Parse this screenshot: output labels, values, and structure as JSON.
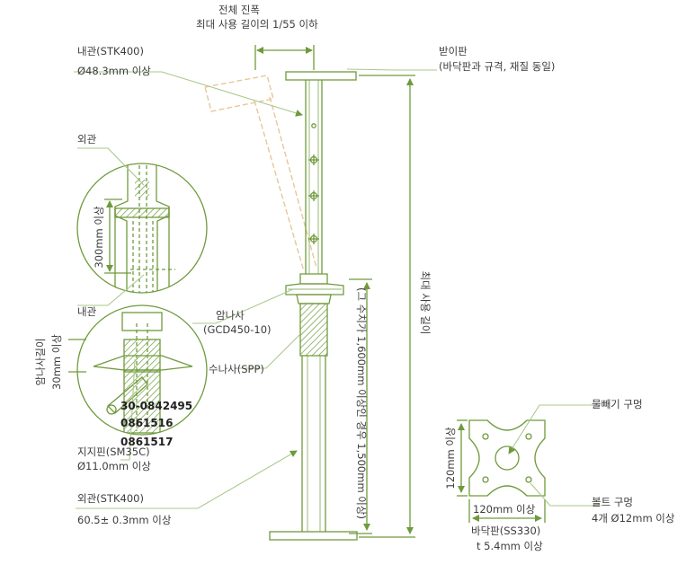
{
  "labels": {
    "total_deflection_line1": "전체 진폭",
    "total_deflection_line2": "최대 사용 길이의 1/55 이하",
    "inner_tube_title": "내관(STK400)",
    "inner_tube_spec": "Ø48.3mm 이상",
    "support_plate_title": "받이판",
    "support_plate_spec": "(바닥판과 규격, 재질 동일)",
    "outer_tube_detail": "외관",
    "inner_tube_detail": "내관",
    "overlap_length": "300mm 이상",
    "female_thread_title": "암나사",
    "female_thread_spec": "(GCD450-10)",
    "male_thread": "수나사(SPP)",
    "thread_length_line1": "암나사길이",
    "thread_length_line2": "30mm 이상",
    "phone1": "30-0842495",
    "phone2": "0861516",
    "phone3": "0861517",
    "support_pin_title": "지지핀(SM35C)",
    "support_pin_spec": "Ø11.0mm 이상",
    "outer_tube_title": "외관(STK400)",
    "outer_tube_spec": "60.5± 0.3mm 이상",
    "max_length": "최대 사용 길이",
    "screw_extension": "(그 수치가 1,600mm 이상인 경우 1,500mm 이상)",
    "drain_hole": "물빼기 구멍",
    "plate_height": "120mm 이상",
    "plate_width": "120mm 이상",
    "bolt_hole_title": "볼트 구멍",
    "bolt_hole_spec": "4개 Ø12mm 이상",
    "base_plate_title": "바닥판(SS330)",
    "base_plate_spec": "t 5.4mm 이상"
  },
  "colors": {
    "line": "#6f9a3c",
    "hatch": "#6f9a3c",
    "dashed": "#e8c79a",
    "leader": "#a9c98a",
    "text": "#3c3c3c"
  }
}
